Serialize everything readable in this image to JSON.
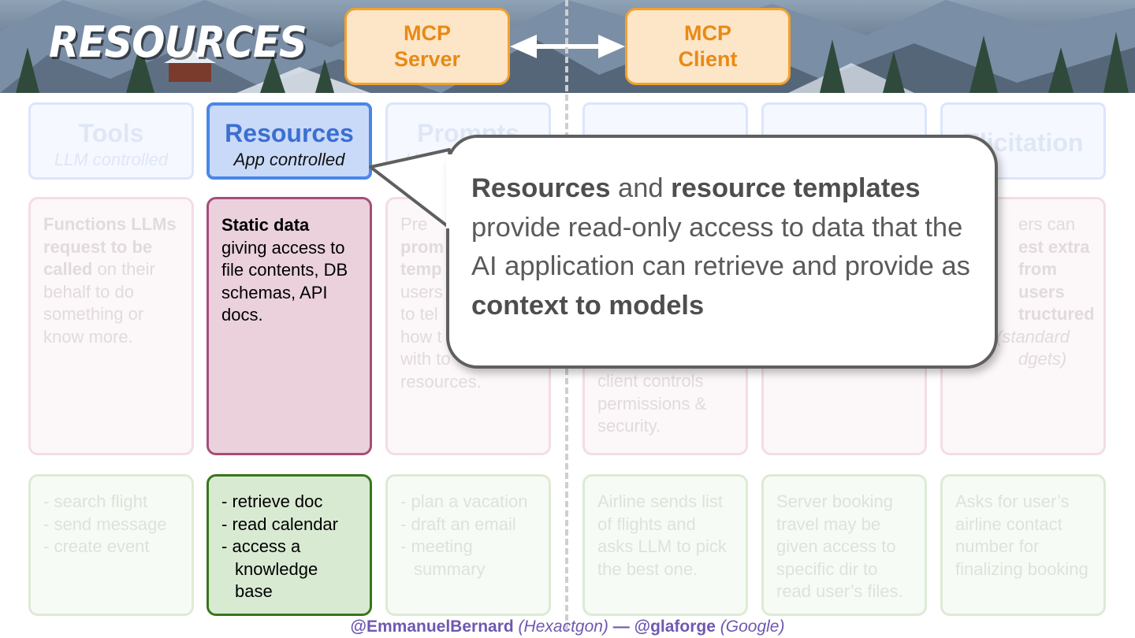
{
  "slide": {
    "title": "RESOURCES",
    "mcp_server": {
      "line1": "MCP",
      "line2": "Server"
    },
    "mcp_client": {
      "line1": "MCP",
      "line2": "Client"
    }
  },
  "columns": [
    {
      "title": "Tools",
      "subtitle": "LLM controlled",
      "description_bold": "Functions LLMs request to be called",
      "description": " on their behalf to do something or know more.",
      "examples": [
        "search flight",
        "send message",
        "create event"
      ]
    },
    {
      "title": "Resources",
      "subtitle": "App controlled",
      "description_bold": "Static data",
      "description": "giving access to file contents, DB schemas, API docs.",
      "examples": [
        "retrieve doc",
        "read calendar",
        "access a knowledge base"
      ]
    },
    {
      "title": "Prompts",
      "subtitle": "User",
      "description_fragments": [
        "Pre",
        "prom",
        "temp",
        "users",
        "to tel",
        "how t",
        "with to",
        "resources."
      ],
      "examples": [
        "plan a vacation",
        "draft an email",
        "meeting summary"
      ]
    },
    {
      "title": "",
      "subtitle": "",
      "description_fragments": [
        "client controls",
        "permissions &",
        "security."
      ],
      "examples_text": "Airline sends list of flights and asks LLM to pick the best one."
    },
    {
      "title": "",
      "subtitle": "",
      "examples_text": "Server booking travel may be given access to specific dir to read user’s files."
    },
    {
      "title": "Elicitation",
      "subtitle": "",
      "description_fragments": [
        "ers can",
        "est extra",
        "from users",
        "tructured",
        "(standard",
        "dgets)"
      ],
      "examples_text": "Asks for user’s airline contact number for finalizing booking"
    }
  ],
  "bubble": {
    "b1": "Resources",
    "t1": " and ",
    "b2": "resource templates",
    "t2": " provide read-only access to data that the AI application can retrieve and provide as ",
    "b3": "context to models"
  },
  "footer": {
    "handle1": "@EmmanuelBernard",
    "org1": "(Hexactgon)",
    "sep": " — ",
    "handle2": "@glaforge",
    "org2": "(Google)"
  },
  "colors": {
    "accent_orange": "#f4a12c",
    "resources_blue": "#4a86e8",
    "description_purple": "#a64d79",
    "example_green": "#38761d",
    "footer_purple": "#6f58b0"
  }
}
